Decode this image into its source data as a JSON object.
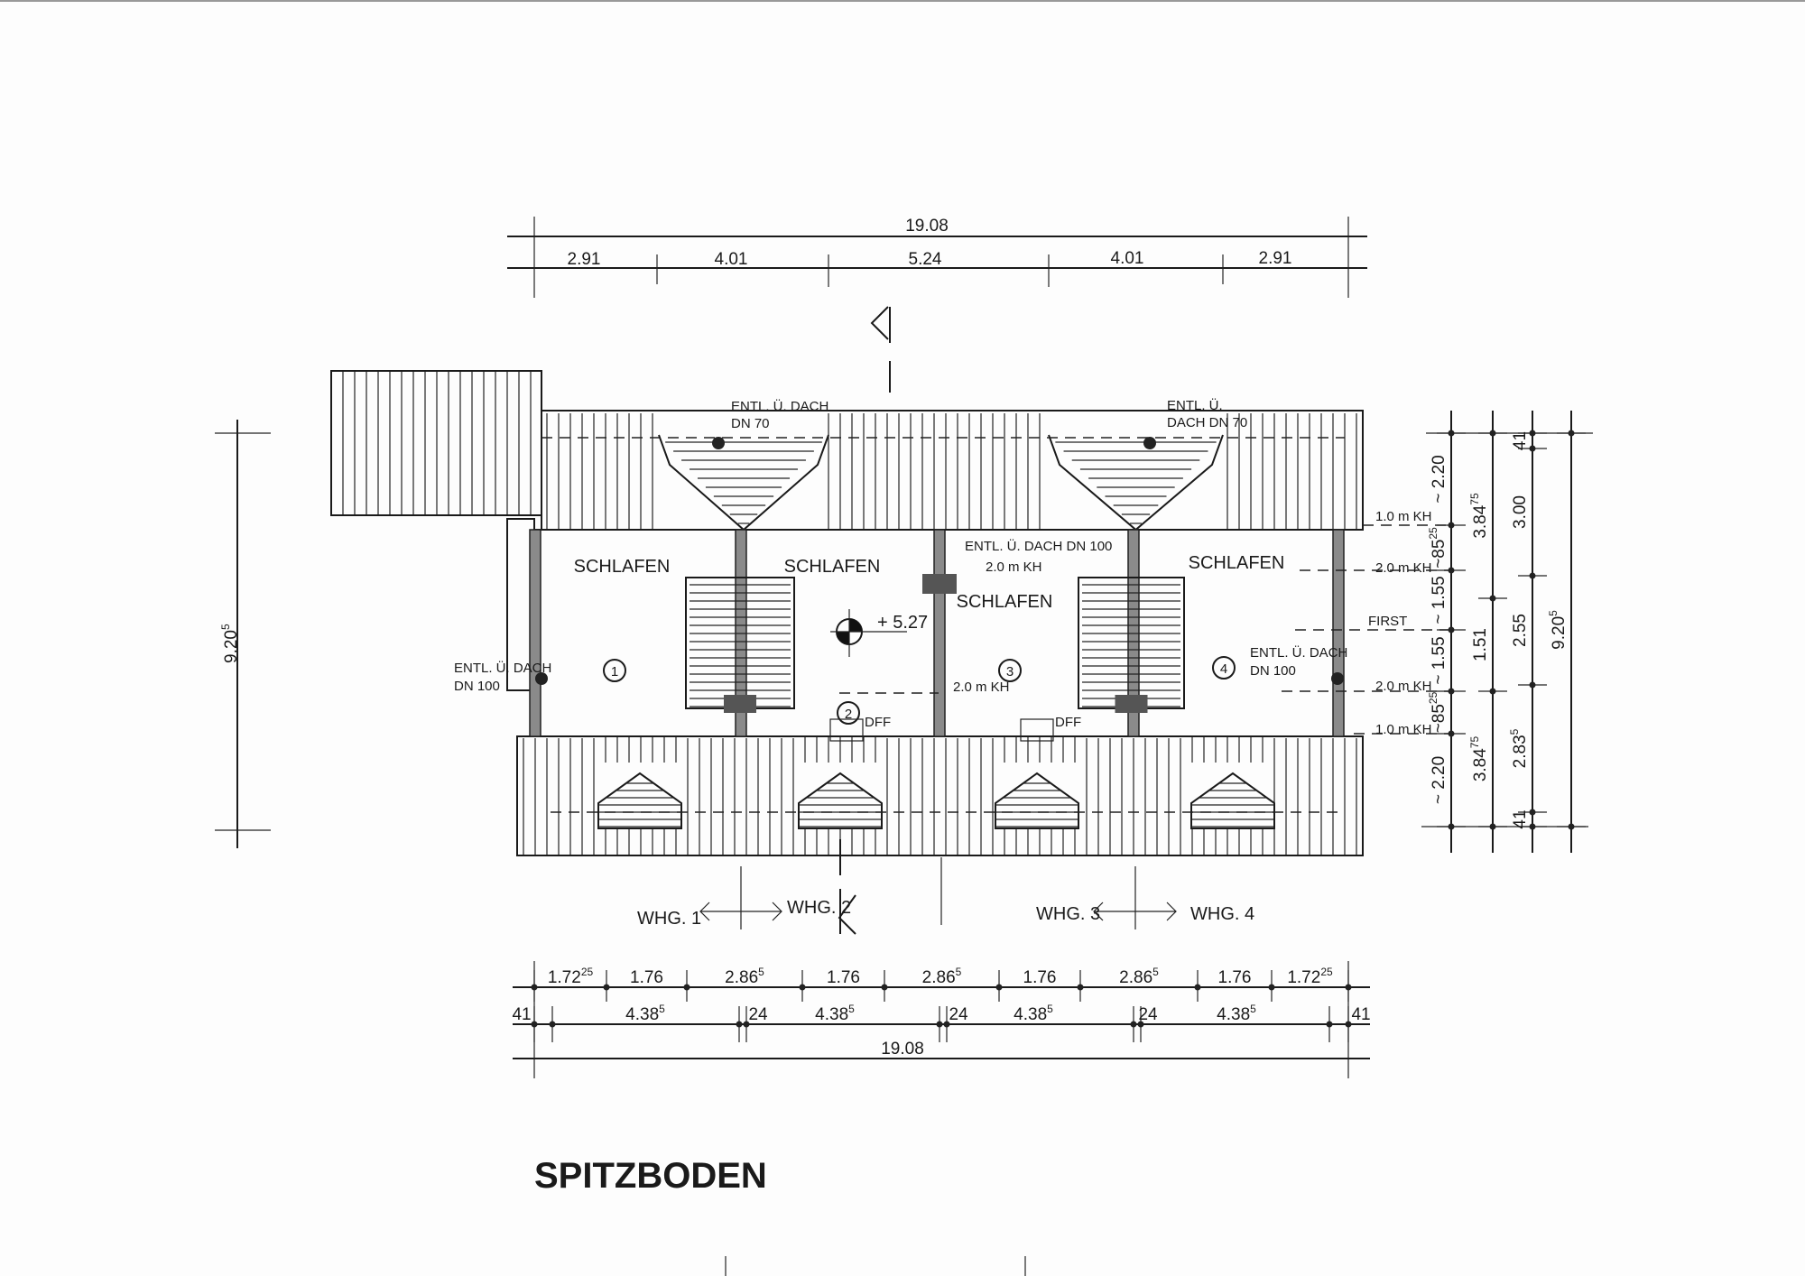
{
  "drawing": {
    "title": "SPITZBODEN",
    "top_dimensions": {
      "total": "19.08",
      "segments": [
        "2.91",
        "4.01",
        "5.24",
        "4.01",
        "2.91"
      ]
    },
    "bottom_dimensions": {
      "row1": [
        {
          "v": "1.72",
          "s": "25"
        },
        {
          "v": "1.76",
          "s": ""
        },
        {
          "v": "2.86",
          "s": "5"
        },
        {
          "v": "1.76",
          "s": ""
        },
        {
          "v": "2.86",
          "s": "5"
        },
        {
          "v": "1.76",
          "s": ""
        },
        {
          "v": "2.86",
          "s": "5"
        },
        {
          "v": "1.76",
          "s": ""
        },
        {
          "v": "1.72",
          "s": "25"
        }
      ],
      "row2": [
        {
          "v": "41",
          "s": ""
        },
        {
          "v": "4.38",
          "s": "5"
        },
        {
          "v": "24",
          "s": ""
        },
        {
          "v": "4.38",
          "s": "5"
        },
        {
          "v": "24",
          "s": ""
        },
        {
          "v": "4.38",
          "s": "5"
        },
        {
          "v": "24",
          "s": ""
        },
        {
          "v": "4.38",
          "s": "5"
        },
        {
          "v": "41",
          "s": ""
        }
      ],
      "total": "19.08"
    },
    "left_dimension": {
      "v": "9.20",
      "s": "5"
    },
    "right_dimensions": {
      "col1": [
        {
          "v": "~ 2.20",
          "s": ""
        },
        {
          "v": "~85",
          "s": "25"
        },
        {
          "v": "~ 1.55",
          "s": ""
        },
        {
          "v": "~ 1.55",
          "s": ""
        },
        {
          "v": "~85",
          "s": "25"
        },
        {
          "v": "~ 2.20",
          "s": ""
        }
      ],
      "col2": [
        {
          "v": "3.84",
          "s": "75"
        },
        {
          "v": "1.51",
          "s": ""
        },
        {
          "v": "3.84",
          "s": "75"
        }
      ],
      "col3": [
        {
          "v": "41",
          "s": ""
        },
        {
          "v": "3.00",
          "s": ""
        },
        {
          "v": "2.55",
          "s": ""
        },
        {
          "v": "2.83",
          "s": "5"
        },
        {
          "v": "41",
          "s": ""
        }
      ],
      "col4": [
        {
          "v": "9.20",
          "s": "5"
        }
      ]
    },
    "height_marks": [
      "1.0 m KH",
      "2.0 m KH",
      "FIRST",
      "2.0 m KH",
      "1.0 m KH"
    ],
    "rooms": [
      "SCHLAFEN",
      "SCHLAFEN",
      "SCHLAFEN",
      "SCHLAFEN"
    ],
    "unit_numbers": [
      "1",
      "2",
      "3",
      "4"
    ],
    "annotations": {
      "vent_dn70_left": [
        "ENTL. Ü. DACH",
        "DN 70"
      ],
      "vent_dn70_right": [
        "ENTL. Ü.",
        "DACH DN 70"
      ],
      "vent_dn100_center": "ENTL. Ü. DACH DN 100",
      "vent_dn100_left": [
        "ENTL. Ü. DACH",
        "DN 100"
      ],
      "vent_dn100_right": [
        "ENTL. Ü. DACH",
        "DN 100"
      ],
      "kh_center_top": "2.0 m KH",
      "kh_center_bottom": "2.0 m KH",
      "level": "+ 5.27",
      "dff": [
        "DFF",
        "DFF"
      ]
    },
    "apartments": [
      "WHG. 1",
      "WHG. 2",
      "WHG. 3",
      "WHG. 4"
    ]
  }
}
